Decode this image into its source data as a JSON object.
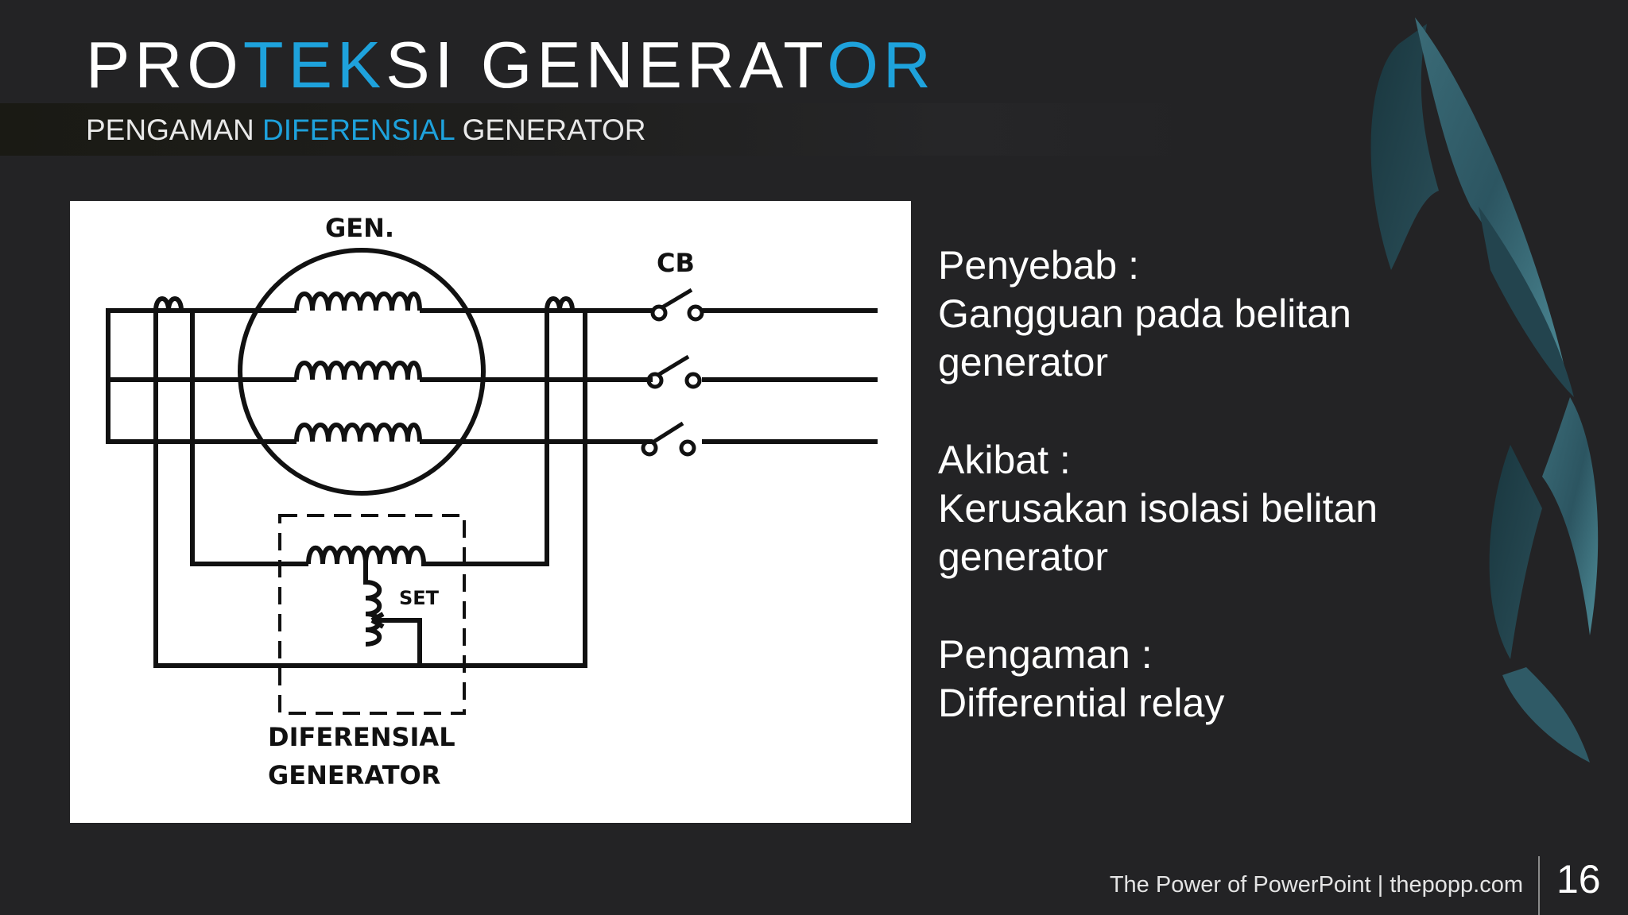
{
  "slide": {
    "title_parts": [
      "PRO",
      "TEK",
      "SI GENERAT",
      "OR"
    ],
    "subtitle_parts": [
      "PENGAMAN ",
      "DIFERENSIAL",
      " GENERATOR"
    ],
    "accent_color": "#1ea2dc",
    "background_color": "#232325"
  },
  "diagram": {
    "label_gen": "GEN.",
    "label_cb": "CB",
    "label_set": "SET",
    "label_relay_line1": "DIFERENSIAL",
    "label_relay_line2": "GENERATOR"
  },
  "content": {
    "cause_heading": "Penyebab :",
    "cause_line1": "Gangguan pada belitan",
    "cause_line2": "generator",
    "effect_heading": "Akibat :",
    "effect_line1": "Kerusakan isolasi belitan",
    "effect_line2": "generator",
    "protection_heading": "Pengaman :",
    "protection_line1": "Differential relay"
  },
  "footer": {
    "text": "The Power of PowerPoint | thepopp.com",
    "page_number": "16"
  }
}
